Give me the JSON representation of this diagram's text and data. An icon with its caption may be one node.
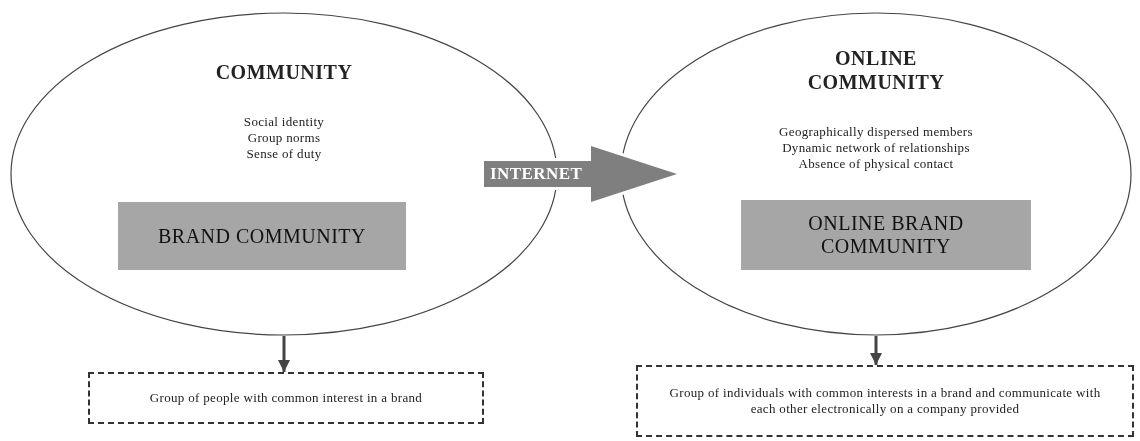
{
  "diagram": {
    "nodes": [
      {
        "text": [
          "COMMUNITY",
          "Social identity",
          "Group norms",
          "Sense of duty"
        ]
      },
      {
        "text": [
          "BRAND COMMUNITY"
        ],
        "in": 0
      },
      {
        "text": [
          "ONLINE COMMUNITY",
          "Geographically dispersed members",
          "Dynamic network of relationships",
          "Absence of physical contact"
        ]
      },
      {
        "text": [
          "ONLINE BRAND COMMUNITY"
        ],
        "in": 2
      },
      {
        "text": [
          "Group of people with common interest in a brand"
        ]
      },
      {
        "text": [
          "Group of individuals with common interests in a brand and communicate with each other electronically on a company provided"
        ]
      }
    ],
    "edges": [
      {
        "from": 0,
        "to": 2,
        "arrow": "to",
        "label": "INTERNET",
        "style": "thick"
      },
      {
        "from": 0,
        "to": 4,
        "arrow": "to"
      },
      {
        "from": 2,
        "to": 5,
        "arrow": "to"
      }
    ]
  }
}
